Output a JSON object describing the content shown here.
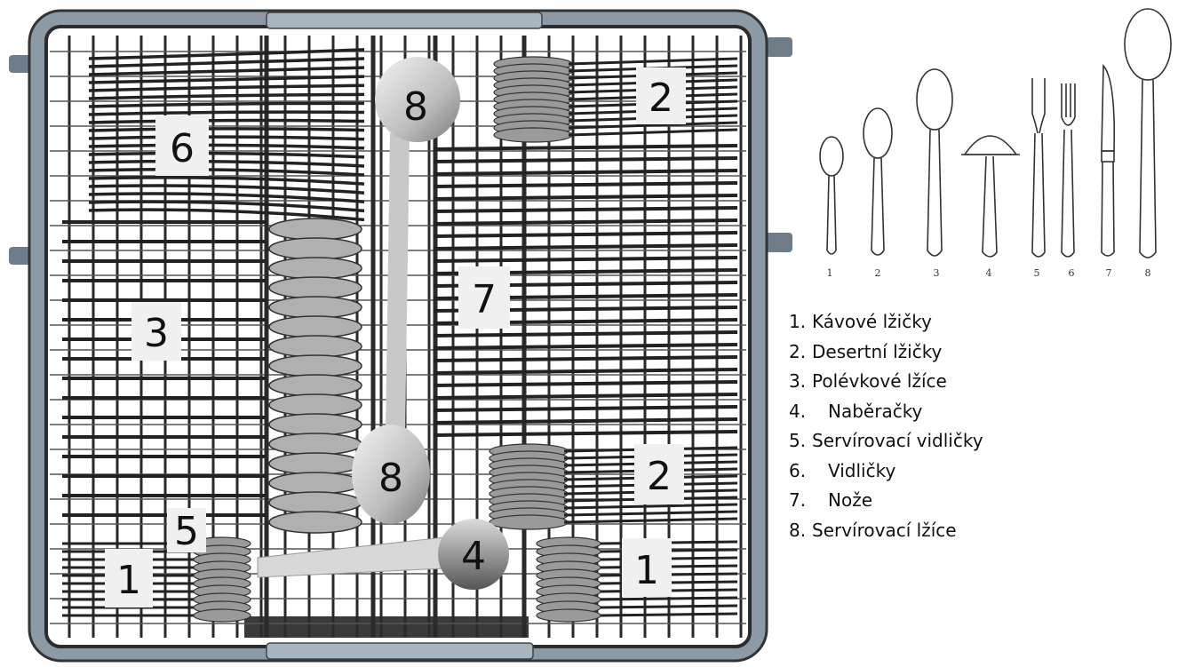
{
  "rack": {
    "zones": [
      {
        "id": "z6",
        "label": "6"
      },
      {
        "id": "z8a",
        "label": "8"
      },
      {
        "id": "z2a",
        "label": "2"
      },
      {
        "id": "z3",
        "label": "3"
      },
      {
        "id": "z7",
        "label": "7"
      },
      {
        "id": "z8b",
        "label": "8"
      },
      {
        "id": "z2b",
        "label": "2"
      },
      {
        "id": "z5",
        "label": "5"
      },
      {
        "id": "z4",
        "label": "4"
      },
      {
        "id": "z1a",
        "label": "1"
      },
      {
        "id": "z1b",
        "label": "1"
      }
    ]
  },
  "utensil_numbers": [
    "1",
    "2",
    "3",
    "4",
    "5",
    "6",
    "7",
    "8"
  ],
  "legend": [
    {
      "num": "1.",
      "text": "Kávové lžičky"
    },
    {
      "num": "2.",
      "text": "Desertní lžičky"
    },
    {
      "num": "3.",
      "text": "Polévkové lžíce"
    },
    {
      "num": "4.",
      "text": "Naběračky"
    },
    {
      "num": "5.",
      "text": "Servírovací vidličky"
    },
    {
      "num": "6.",
      "text": "Vidličky"
    },
    {
      "num": "7.",
      "text": "Nože"
    },
    {
      "num": "8.",
      "text": "Servírovací lžíce"
    }
  ]
}
